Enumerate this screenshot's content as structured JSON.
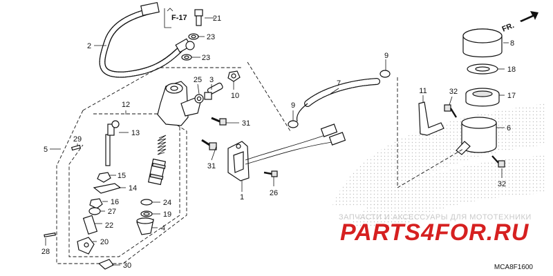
{
  "diagram_code": "MCA8F1600",
  "ref_section": "F-17",
  "direction_label": "FR.",
  "watermark": {
    "line1": "ЗАПЧАСТИ И АКСЕССУАРЫ ДЛЯ МОТОТЕХНИКИ",
    "line2": "PARTS4FOR.RU"
  },
  "callouts": [
    {
      "id": "1",
      "label": "1"
    },
    {
      "id": "2",
      "label": "2"
    },
    {
      "id": "3",
      "label": "3"
    },
    {
      "id": "4",
      "label": "4"
    },
    {
      "id": "5",
      "label": "5"
    },
    {
      "id": "6",
      "label": "6"
    },
    {
      "id": "7",
      "label": "7"
    },
    {
      "id": "8",
      "label": "8"
    },
    {
      "id": "9a",
      "label": "9"
    },
    {
      "id": "9b",
      "label": "9"
    },
    {
      "id": "10",
      "label": "10"
    },
    {
      "id": "11",
      "label": "11"
    },
    {
      "id": "12",
      "label": "12"
    },
    {
      "id": "13",
      "label": "13"
    },
    {
      "id": "14",
      "label": "14"
    },
    {
      "id": "15",
      "label": "15"
    },
    {
      "id": "16",
      "label": "16"
    },
    {
      "id": "17",
      "label": "17"
    },
    {
      "id": "18",
      "label": "18"
    },
    {
      "id": "19",
      "label": "19"
    },
    {
      "id": "20",
      "label": "20"
    },
    {
      "id": "21",
      "label": "21"
    },
    {
      "id": "22",
      "label": "22"
    },
    {
      "id": "23a",
      "label": "23"
    },
    {
      "id": "23b",
      "label": "23"
    },
    {
      "id": "24",
      "label": "24"
    },
    {
      "id": "25",
      "label": "25"
    },
    {
      "id": "26",
      "label": "26"
    },
    {
      "id": "27",
      "label": "27"
    },
    {
      "id": "28",
      "label": "28"
    },
    {
      "id": "29",
      "label": "29"
    },
    {
      "id": "30",
      "label": "30"
    },
    {
      "id": "31a",
      "label": "31"
    },
    {
      "id": "31b",
      "label": "31"
    },
    {
      "id": "32a",
      "label": "32"
    },
    {
      "id": "32b",
      "label": "32"
    }
  ]
}
